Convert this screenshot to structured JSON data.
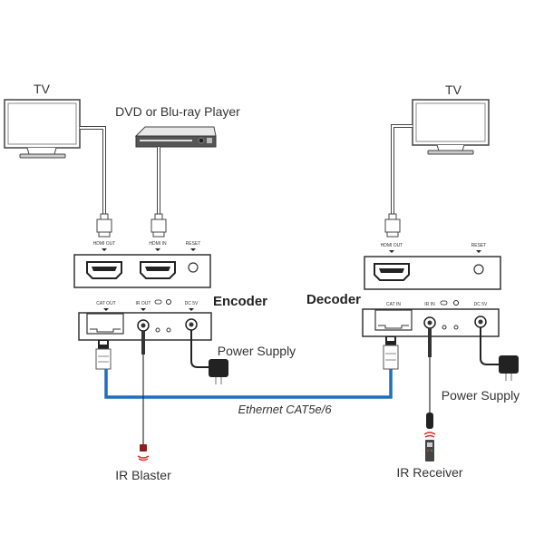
{
  "labels": {
    "tv_left": "TV",
    "tv_right": "TV",
    "source": "DVD or Blu-ray Player",
    "encoder": "Encoder",
    "decoder": "Decoder",
    "power_left": "Power Supply",
    "power_right": "Power Supply",
    "cable": "Ethernet CAT5e/6",
    "ir_blaster": "IR Blaster",
    "ir_receiver": "IR Receiver"
  },
  "encoder_front_ports": [
    "HDMI OUT",
    "HDMI IN",
    "RESET"
  ],
  "encoder_back_ports": [
    "CAT OUT",
    "IR OUT",
    "DC 5V"
  ],
  "decoder_front_ports": [
    "HDMI OUT",
    "RESET"
  ],
  "decoder_back_ports": [
    "CAT IN",
    "IR IN",
    "DC 5V"
  ],
  "colors": {
    "cable_blue": "#1f6fc0",
    "ir_red": "#e03030",
    "line": "#333333"
  }
}
